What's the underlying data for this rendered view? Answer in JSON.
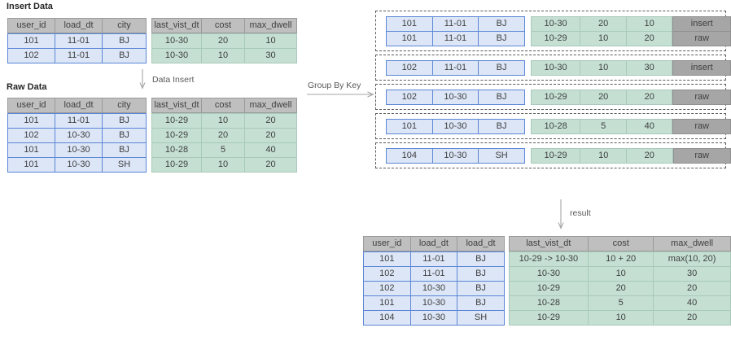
{
  "diagram": {
    "title_insert": "Insert Data",
    "title_raw": "Raw Data",
    "arrow_data_insert": "Data Insert",
    "arrow_group_by_key": "Group By Key",
    "arrow_result": "result",
    "colors": {
      "key_fill": "#dce6f7",
      "key_border": "#5b86d6",
      "value_fill": "#c5e0d3",
      "value_border": "#a8c9ba",
      "header_fill": "#bfbfbf",
      "tag_fill": "#a6a6a6",
      "dash_border": "#595959",
      "arrow": "#a6a6a6"
    }
  },
  "insert_table": {
    "headers": [
      "user_id",
      "load_dt",
      "city",
      "last_vist_dt",
      "cost",
      "max_dwell"
    ],
    "rows": [
      [
        "101",
        "11-01",
        "BJ",
        "10-30",
        "20",
        "10"
      ],
      [
        "102",
        "11-01",
        "BJ",
        "10-30",
        "10",
        "30"
      ]
    ]
  },
  "raw_table": {
    "headers": [
      "user_id",
      "load_dt",
      "city",
      "last_vist_dt",
      "cost",
      "max_dwell"
    ],
    "rows": [
      [
        "101",
        "11-01",
        "BJ",
        "10-29",
        "10",
        "20"
      ],
      [
        "102",
        "10-30",
        "BJ",
        "10-29",
        "20",
        "20"
      ],
      [
        "101",
        "10-30",
        "BJ",
        "10-28",
        "5",
        "40"
      ],
      [
        "101",
        "10-30",
        "SH",
        "10-29",
        "10",
        "20"
      ]
    ]
  },
  "groups": [
    {
      "rows": [
        [
          "101",
          "11-01",
          "BJ",
          "10-30",
          "20",
          "10",
          "insert"
        ],
        [
          "101",
          "11-01",
          "BJ",
          "10-29",
          "10",
          "20",
          "raw"
        ]
      ]
    },
    {
      "rows": [
        [
          "102",
          "11-01",
          "BJ",
          "10-30",
          "10",
          "30",
          "insert"
        ]
      ]
    },
    {
      "rows": [
        [
          "102",
          "10-30",
          "BJ",
          "10-29",
          "20",
          "20",
          "raw"
        ]
      ]
    },
    {
      "rows": [
        [
          "101",
          "10-30",
          "BJ",
          "10-28",
          "5",
          "40",
          "raw"
        ]
      ]
    },
    {
      "rows": [
        [
          "104",
          "10-30",
          "SH",
          "10-29",
          "10",
          "20",
          "raw"
        ]
      ]
    }
  ],
  "result_table": {
    "headers": [
      "user_id",
      "load_dt",
      "load_dt",
      "last_vist_dt",
      "cost",
      "max_dwell"
    ],
    "rows": [
      [
        "101",
        "11-01",
        "BJ",
        "10-29 -> 10-30",
        "10 + 20",
        "max(10, 20)"
      ],
      [
        "102",
        "11-01",
        "BJ",
        "10-30",
        "10",
        "30"
      ],
      [
        "102",
        "10-30",
        "BJ",
        "10-29",
        "20",
        "20"
      ],
      [
        "101",
        "10-30",
        "BJ",
        "10-28",
        "5",
        "40"
      ],
      [
        "104",
        "10-30",
        "SH",
        "10-29",
        "10",
        "20"
      ]
    ]
  }
}
